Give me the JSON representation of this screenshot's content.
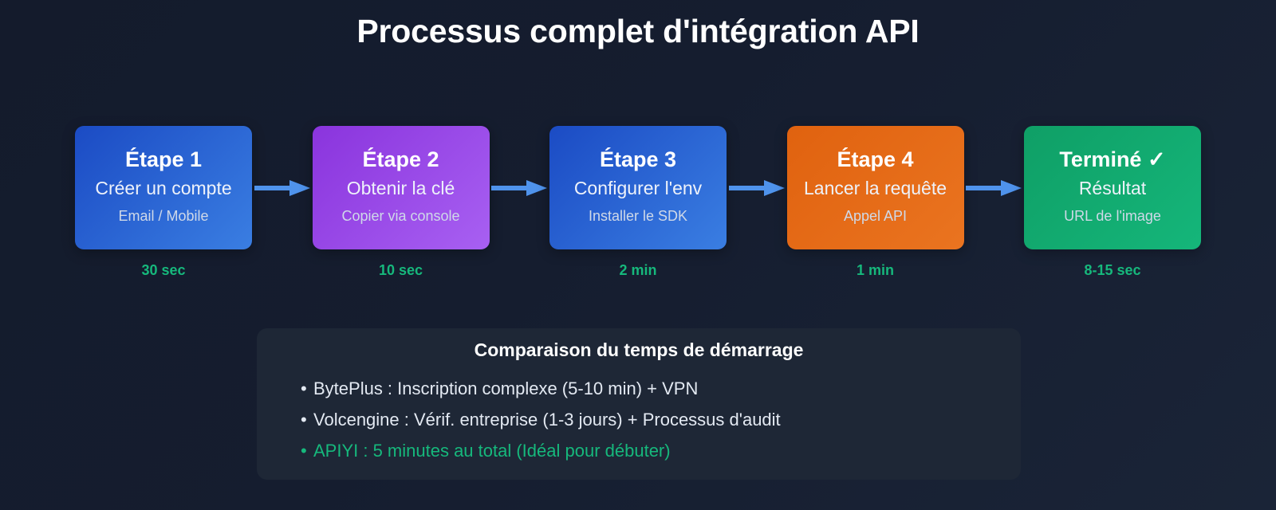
{
  "header": {
    "title": "Processus complet d'intégration API"
  },
  "flow": {
    "arrow_color": "#4f93ec",
    "time_color": "#16b87c",
    "steps": [
      {
        "title": "Étape 1",
        "desc": "Créer un compte",
        "sub": "Email / Mobile",
        "time": "30 sec",
        "color": "#2a63d2",
        "style": "blue1"
      },
      {
        "title": "Étape 2",
        "desc": "Obtenir la clé",
        "sub": "Copier via console",
        "time": "10 sec",
        "color": "#9a4ae8",
        "style": "purple"
      },
      {
        "title": "Étape 3",
        "desc": "Configurer l'env",
        "sub": "Installer le SDK",
        "time": "2 min",
        "color": "#2a63d2",
        "style": "blue3"
      },
      {
        "title": "Étape 4",
        "desc": "Lancer la requête",
        "sub": "Appel API",
        "time": "1 min",
        "color": "#e56a16",
        "style": "orange"
      },
      {
        "title": "Terminé ✓",
        "desc": "Résultat",
        "sub": "URL de l'image",
        "time": "8-15 sec",
        "color": "#12ab71",
        "style": "green"
      }
    ]
  },
  "comparison": {
    "title": "Comparaison du temps de démarrage",
    "bullet": "•",
    "items": [
      {
        "text": "BytePlus : Inscription complexe (5-10 min) + VPN",
        "highlight": false
      },
      {
        "text": "Volcengine : Vérif. entreprise (1-3 jours) + Processus d'audit",
        "highlight": false
      },
      {
        "text": "APIYI : 5 minutes au total (Idéal pour débuter)",
        "highlight": true
      }
    ]
  }
}
